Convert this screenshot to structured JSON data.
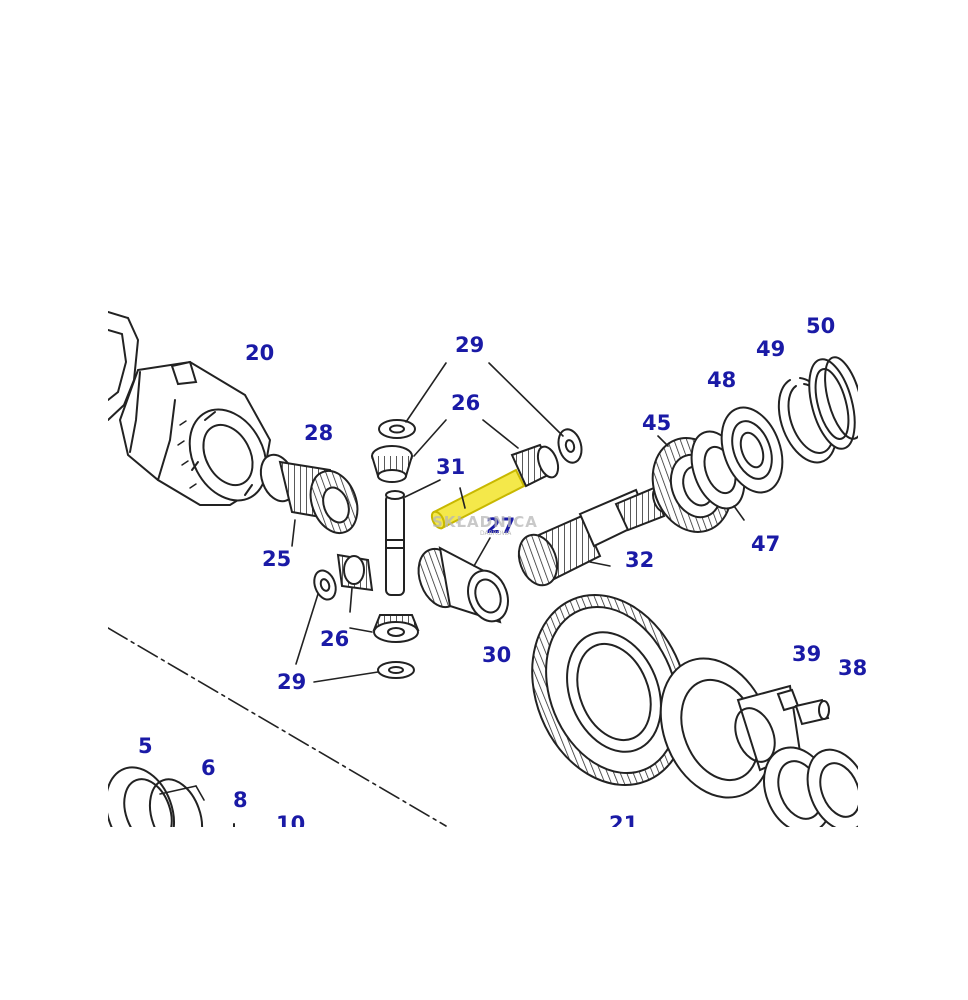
{
  "figure": {
    "highlight_color": "#f4e84a",
    "label_color": "#1a1aa6",
    "line_color": "#222222"
  },
  "callouts": [
    {
      "id": "c20",
      "text": "20"
    },
    {
      "id": "c28",
      "text": "28"
    },
    {
      "id": "c25",
      "text": "25"
    },
    {
      "id": "c29a",
      "text": "29"
    },
    {
      "id": "c26a",
      "text": "26"
    },
    {
      "id": "c31",
      "text": "31"
    },
    {
      "id": "c27",
      "text": "27"
    },
    {
      "id": "c26b",
      "text": "26"
    },
    {
      "id": "c29b",
      "text": "29"
    },
    {
      "id": "c30",
      "text": "30"
    },
    {
      "id": "c45",
      "text": "45"
    },
    {
      "id": "c48",
      "text": "48"
    },
    {
      "id": "c49",
      "text": "49"
    },
    {
      "id": "c50",
      "text": "50"
    },
    {
      "id": "c47",
      "text": "47"
    },
    {
      "id": "c32",
      "text": "32"
    },
    {
      "id": "c39",
      "text": "39"
    },
    {
      "id": "c38",
      "text": "38"
    },
    {
      "id": "c5",
      "text": "5"
    },
    {
      "id": "c6",
      "text": "6"
    },
    {
      "id": "c8",
      "text": "8"
    },
    {
      "id": "c10",
      "text": "10"
    },
    {
      "id": "c21",
      "text": "21"
    }
  ],
  "watermark": {
    "text": "SKŁADNICA",
    "subtext": "DABROWA"
  }
}
